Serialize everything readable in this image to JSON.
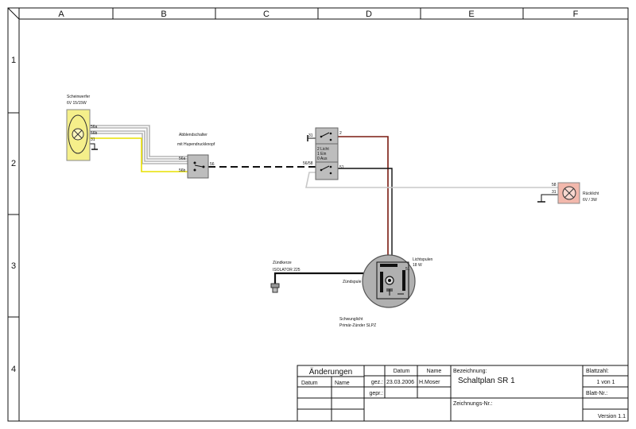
{
  "grid": {
    "columns": [
      "A",
      "B",
      "C",
      "D",
      "E",
      "F"
    ],
    "rows": [
      "1",
      "2",
      "3",
      "4"
    ]
  },
  "components": {
    "headlight": {
      "label_line1": "Scheinwerfer",
      "label_line2": "6V 15/15W",
      "pins": [
        "56a",
        "56b",
        "31"
      ],
      "color": "#f5ef8a"
    },
    "dimmer_switch": {
      "label_line1": "Abblendschalter",
      "label_line2": "mit Hupendruckknopf",
      "pins": [
        "56a",
        "56b",
        "56"
      ]
    },
    "light_switch": {
      "pin_31": "31",
      "pin_2": "2",
      "pin_5658": "56/58",
      "pin_51": "51",
      "label_line1": "2 Licht",
      "label_line2": "1 Ein",
      "label_line3": "0 Aus"
    },
    "taillight": {
      "label_line1": "Rücklicht",
      "label_line2": "6V / 3W",
      "pins": [
        "58",
        "31"
      ],
      "color": "#f2b8ac"
    },
    "spark_plug": {
      "label_line1": "Zündkerze",
      "label_line2": "ISOLATOR 225"
    },
    "generator": {
      "coil_label": "Zündspule",
      "light_coil_line1": "Lichtspulen",
      "light_coil_line2": "18 W",
      "pin_51": "51",
      "label_line1": "Schwunglicht",
      "label_line2": "Primär-Zünder SLPZ"
    }
  },
  "wire_colors": {
    "gray": "#b5b5b5",
    "yellow": "#e8e000",
    "brown": "#7a1a10",
    "black": "#111111",
    "light_gray": "#c8c8c8"
  },
  "title_block": {
    "changes_header": "Änderungen",
    "changes_date": "Datum",
    "changes_name": "Name",
    "col_date": "Datum",
    "col_name": "Name",
    "drawn_label": "gez.:",
    "drawn_date": "23.03.2006",
    "drawn_name": "H.Moser",
    "checked_label": "gepr.:",
    "designation_label": "Bezeichnung:",
    "designation_value": "Schaltplan SR 1",
    "drawing_no_label": "Zeichnungs-Nr.:",
    "sheet_count_label": "Blattzahl:",
    "sheet_count_value": "1 von 1",
    "sheet_no_label": "Blatt-Nr.:",
    "version": "Version 1.1"
  }
}
